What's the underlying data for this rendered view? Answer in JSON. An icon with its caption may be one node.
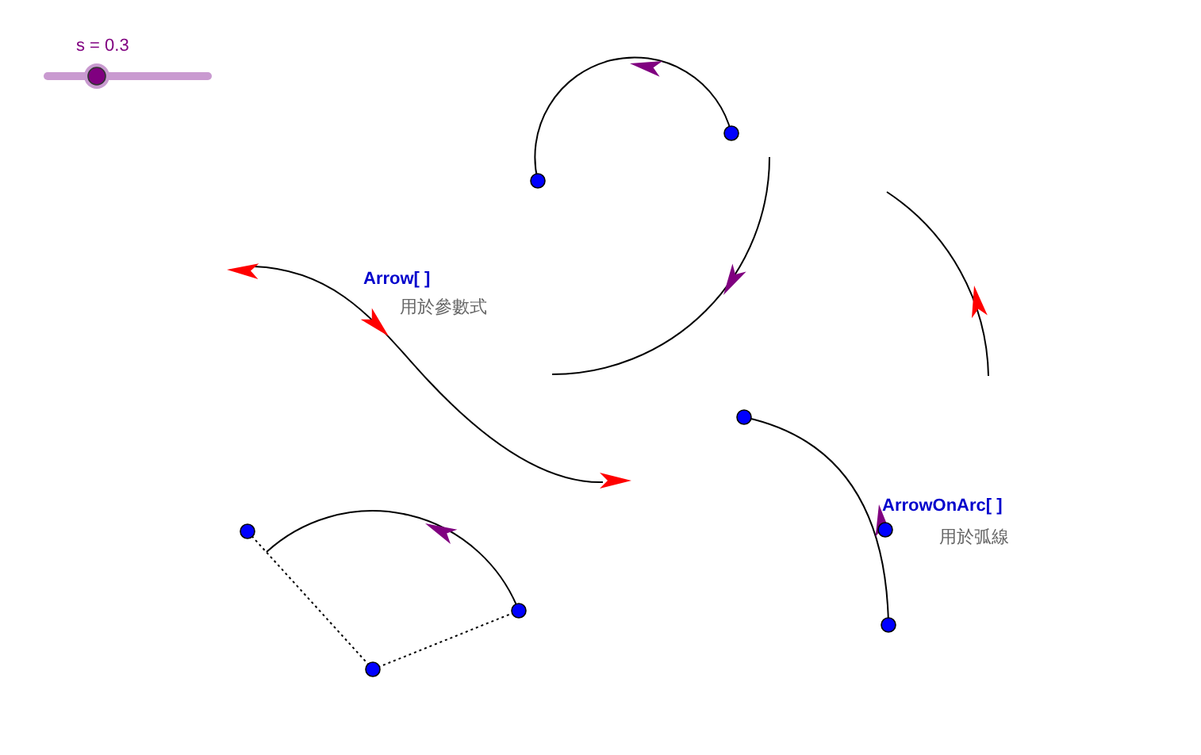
{
  "diagram": {
    "labels": [
      "s = 0.3",
      "Arrow[ ]",
      "用於參數式",
      "ArrowOnArc[ ]",
      "用於弧線"
    ]
  }
}
